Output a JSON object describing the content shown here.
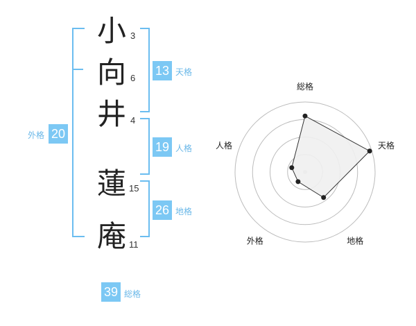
{
  "name": {
    "chars": [
      {
        "char": "小",
        "strokes": "3"
      },
      {
        "char": "向",
        "strokes": "6"
      },
      {
        "char": "井",
        "strokes": "4"
      },
      {
        "char": "蓮",
        "strokes": "15"
      },
      {
        "char": "庵",
        "strokes": "11"
      }
    ]
  },
  "kakusu": {
    "tenkaku": {
      "value": "13",
      "label": "天格"
    },
    "jinkaku": {
      "value": "19",
      "label": "人格"
    },
    "chikaku": {
      "value": "26",
      "label": "地格"
    },
    "gaikaku": {
      "value": "20",
      "label": "外格"
    },
    "soukaku": {
      "value": "39",
      "label": "総格"
    }
  },
  "chart_data": {
    "type": "radar",
    "axes": [
      "総格",
      "天格",
      "地格",
      "外格",
      "人格"
    ],
    "values": [
      0.8,
      0.97,
      0.45,
      0.17,
      0.2
    ],
    "rings": 4,
    "colors": {
      "fill": "#efefef",
      "stroke": "#333333",
      "grid": "#bbbbbb",
      "point": "#222222"
    }
  }
}
